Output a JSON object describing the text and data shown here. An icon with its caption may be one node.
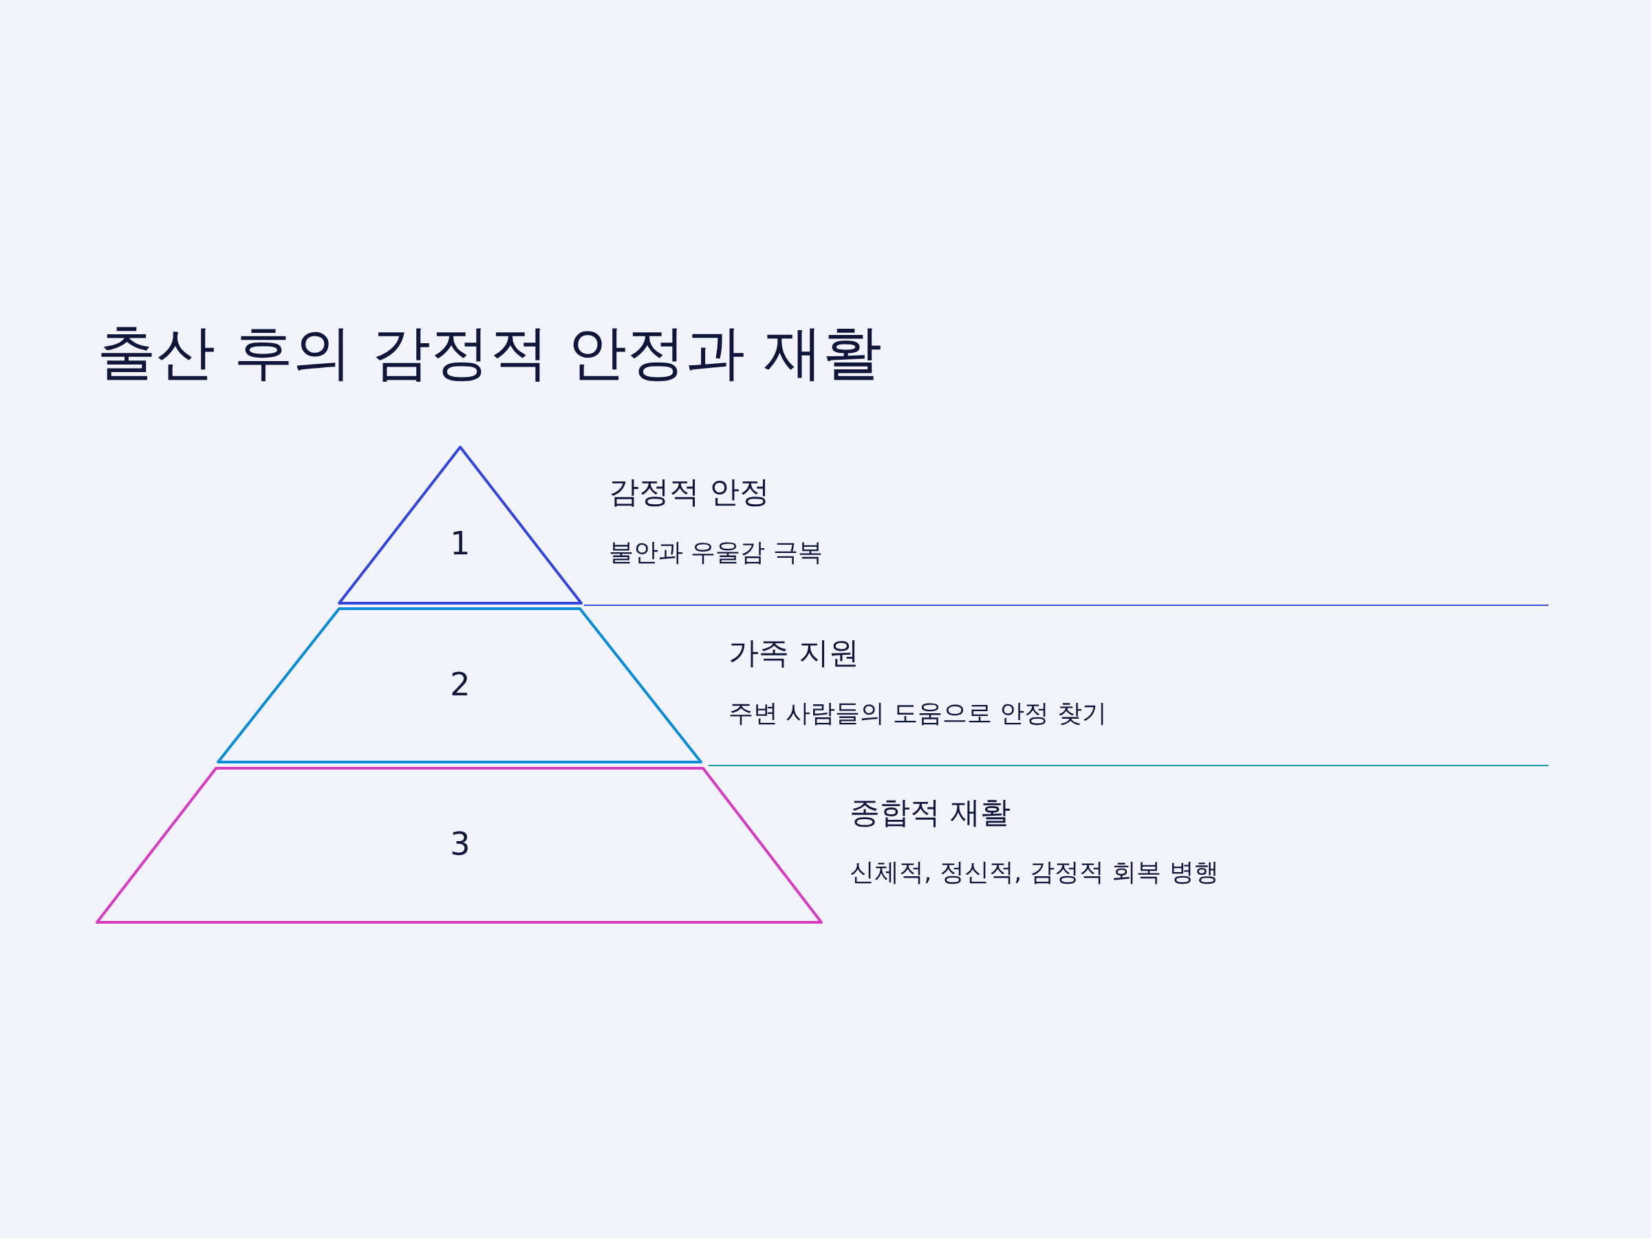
{
  "diagram": {
    "title": "출산 후의 감정적 안정과 재활",
    "nodes": [
      {
        "text": [
          "1"
        ],
        "beside": [
          "감정적 안정",
          "불안과 우울감 극복"
        ]
      },
      {
        "text": [
          "2"
        ],
        "beside": [
          "가족 지원",
          "주변 사람들의 도움으로 안정 찾기"
        ]
      },
      {
        "text": [
          "3"
        ],
        "beside": [
          "종합적 재활",
          "신체적, 정신적, 감정적 회복 병행"
        ]
      }
    ],
    "edges": []
  }
}
